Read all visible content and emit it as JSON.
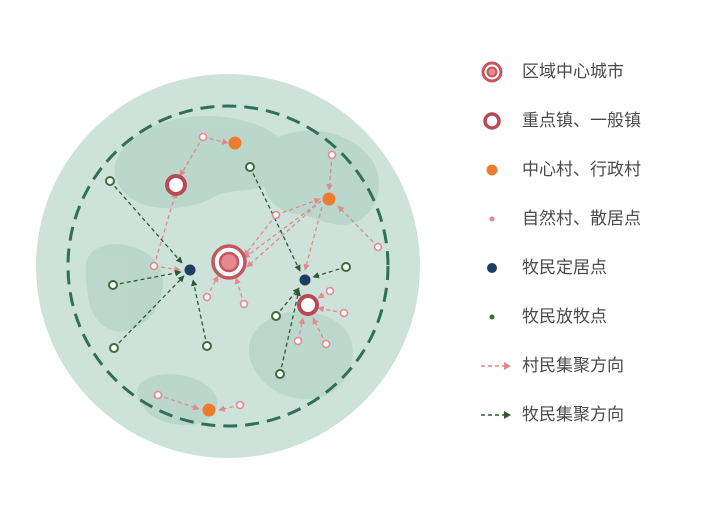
{
  "colors": {
    "circle_fill": "#cde3da",
    "land_patch": "#b5d3c6",
    "boundary": "#2f6f5c",
    "city": "#c4565e",
    "town": "#b84a55",
    "village": "#ec7d2e",
    "hamlet": "#e6898f",
    "herder_settlement": "#1f3b66",
    "herder_point": "#3e6b3a",
    "villager_arrow": "#e08a90",
    "herder_arrow": "#2f5a36"
  },
  "legend": {
    "items": [
      {
        "label": "区域中心城市",
        "symbol": "city"
      },
      {
        "label": "重点镇、一般镇",
        "symbol": "town"
      },
      {
        "label": "中心村、行政村",
        "symbol": "village"
      },
      {
        "label": "自然村、散居点",
        "symbol": "hamlet"
      },
      {
        "label": "牧民定居点",
        "symbol": "herder_settlement"
      },
      {
        "label": "牧民放牧点",
        "symbol": "herder_point"
      },
      {
        "label": "村民集聚方向",
        "symbol": "villager_arrow"
      },
      {
        "label": "牧民集聚方向",
        "symbol": "herder_arrow"
      }
    ]
  }
}
